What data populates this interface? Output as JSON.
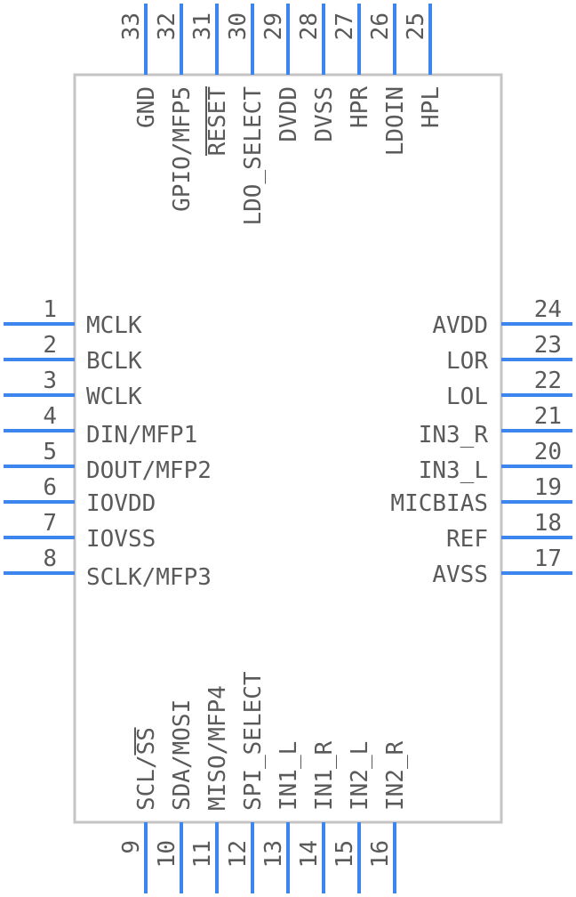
{
  "component": {
    "colors": {
      "pin": "#3d86f0",
      "body_outline": "#c4c4c4",
      "text": "#5a5a5a"
    },
    "pins": {
      "left": [
        {
          "num": "1",
          "label": "MCLK"
        },
        {
          "num": "2",
          "label": "BCLK"
        },
        {
          "num": "3",
          "label": "WCLK"
        },
        {
          "num": "4",
          "label": "DIN/MFP1"
        },
        {
          "num": "5",
          "label": "DOUT/MFP2"
        },
        {
          "num": "6",
          "label": "IOVDD"
        },
        {
          "num": "7",
          "label": "IOVSS"
        },
        {
          "num": "8",
          "label": "SCLK/MFP3"
        }
      ],
      "bottom": [
        {
          "num": "9",
          "label": "SCL/SS",
          "overline_part": "SS"
        },
        {
          "num": "10",
          "label": "SDA/MOSI"
        },
        {
          "num": "11",
          "label": "MISO/MFP4"
        },
        {
          "num": "12",
          "label": "SPI_SELECT"
        },
        {
          "num": "13",
          "label": "IN1_L"
        },
        {
          "num": "14",
          "label": "IN1_R"
        },
        {
          "num": "15",
          "label": "IN2_L"
        },
        {
          "num": "16",
          "label": "IN2_R"
        }
      ],
      "right": [
        {
          "num": "17",
          "label": "AVSS"
        },
        {
          "num": "18",
          "label": "REF"
        },
        {
          "num": "19",
          "label": "MICBIAS"
        },
        {
          "num": "20",
          "label": "IN3_L"
        },
        {
          "num": "21",
          "label": "IN3_R"
        },
        {
          "num": "22",
          "label": "LOL"
        },
        {
          "num": "23",
          "label": "LOR"
        },
        {
          "num": "24",
          "label": "AVDD"
        }
      ],
      "top": [
        {
          "num": "25",
          "label": "HPL"
        },
        {
          "num": "26",
          "label": "LDOIN"
        },
        {
          "num": "27",
          "label": "HPR"
        },
        {
          "num": "28",
          "label": "DVSS"
        },
        {
          "num": "29",
          "label": "DVDD"
        },
        {
          "num": "30",
          "label": "LDO_SELECT"
        },
        {
          "num": "31",
          "label": "RESET",
          "overline_part": "RESET"
        },
        {
          "num": "32",
          "label": "GPIO/MFP5"
        },
        {
          "num": "33",
          "label": "GND"
        }
      ]
    }
  }
}
